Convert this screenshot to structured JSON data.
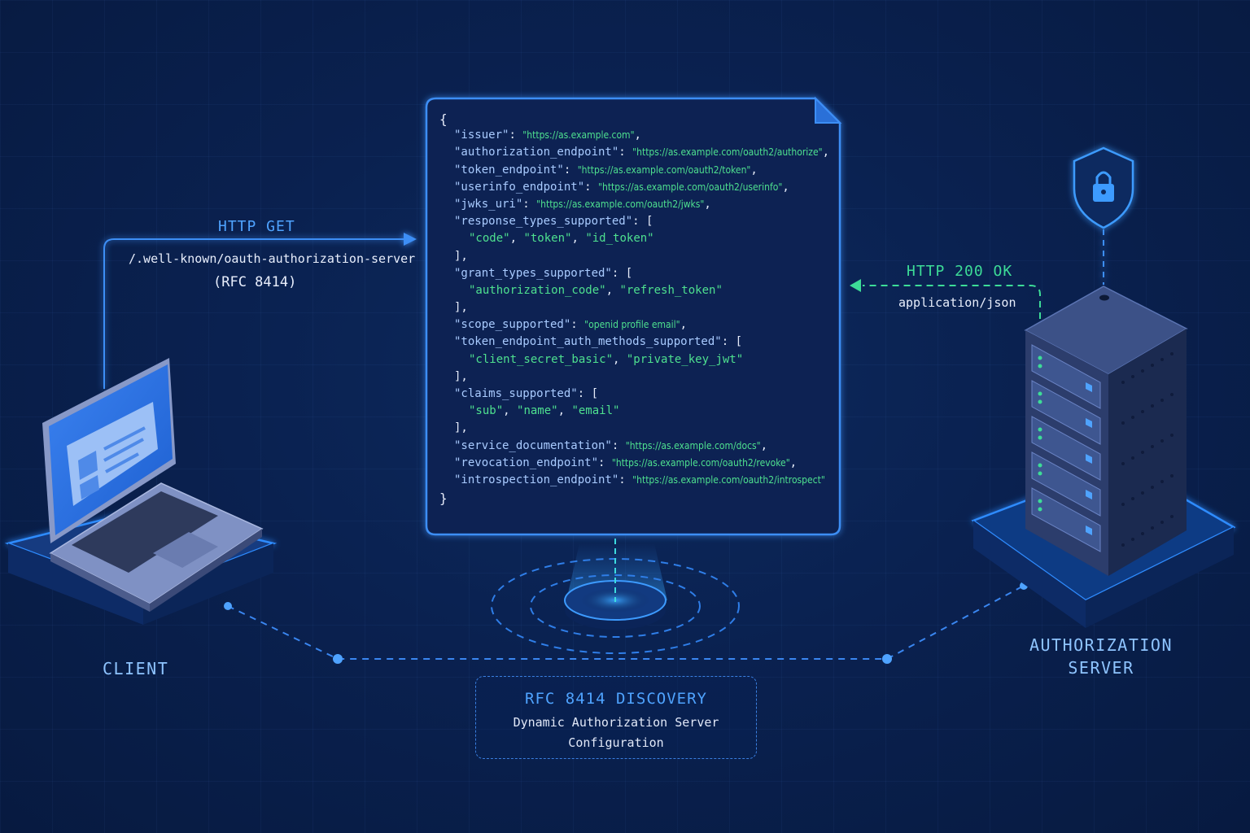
{
  "request": {
    "method_label": "HTTP GET",
    "path": "/.well-known/oauth-authorization-server",
    "rfc": "(RFC 8414)"
  },
  "response": {
    "status_label": "HTTP 200 OK",
    "content_type": "application/json"
  },
  "client": {
    "label": "CLIENT"
  },
  "server": {
    "label_line1": "AUTHORIZATION",
    "label_line2": "SERVER"
  },
  "note": {
    "title": "RFC 8414 DISCOVERY",
    "line1": "Dynamic Authorization Server",
    "line2": "Configuration"
  },
  "metadata": {
    "open_brace": "{",
    "close_brace": "}",
    "lines": [
      {
        "key": "\"issuer\"",
        "value": "\"https://as.example.com\"",
        "tail": ","
      },
      {
        "key": "\"authorization_endpoint\"",
        "value": "\"https://as.example.com/oauth2/authorize\"",
        "tail": ","
      },
      {
        "key": "\"token_endpoint\"",
        "value": "\"https://as.example.com/oauth2/token\"",
        "tail": ","
      },
      {
        "key": "\"userinfo_endpoint\"",
        "value": "\"https://as.example.com/oauth2/userinfo\"",
        "tail": ","
      },
      {
        "key": "\"jwks_uri\"",
        "value": "\"https://as.example.com/oauth2/jwks\"",
        "tail": ","
      },
      {
        "key": "\"response_types_supported\"",
        "open": "[",
        "items": [
          "\"code\"",
          "\"token\"",
          "\"id_token\""
        ],
        "close": "],"
      },
      {
        "key": "\"grant_types_supported\"",
        "open": "[",
        "items": [
          "\"authorization_code\"",
          "\"refresh_token\""
        ],
        "close": "],"
      },
      {
        "key": "\"scope_supported\"",
        "value": "\"openid profile email\"",
        "tail": ","
      },
      {
        "key": "\"token_endpoint_auth_methods_supported\"",
        "open": "[",
        "items": [
          "\"client_secret_basic\"",
          "\"private_key_jwt\""
        ],
        "close": "],"
      },
      {
        "key": "\"claims_supported\"",
        "open": "[",
        "items": [
          "\"sub\"",
          "\"name\"",
          "\"email\""
        ],
        "close": "],"
      },
      {
        "key": "\"service_documentation\"",
        "value": "\"https://as.example.com/docs\"",
        "tail": ","
      },
      {
        "key": "\"revocation_endpoint\"",
        "value": "\"https://as.example.com/oauth2/revoke\"",
        "tail": ","
      },
      {
        "key": "\"introspection_endpoint\"",
        "value": "\"https://as.example.com/oauth2/introspect\"",
        "tail": ""
      }
    ]
  },
  "colors": {
    "accent_blue": "#4fa3ff",
    "success_green": "#3ddc97",
    "background": "#0a2150"
  },
  "icons": [
    "laptop-icon",
    "server-rack-icon",
    "shield-lock-icon",
    "discovery-beacon-icon"
  ]
}
